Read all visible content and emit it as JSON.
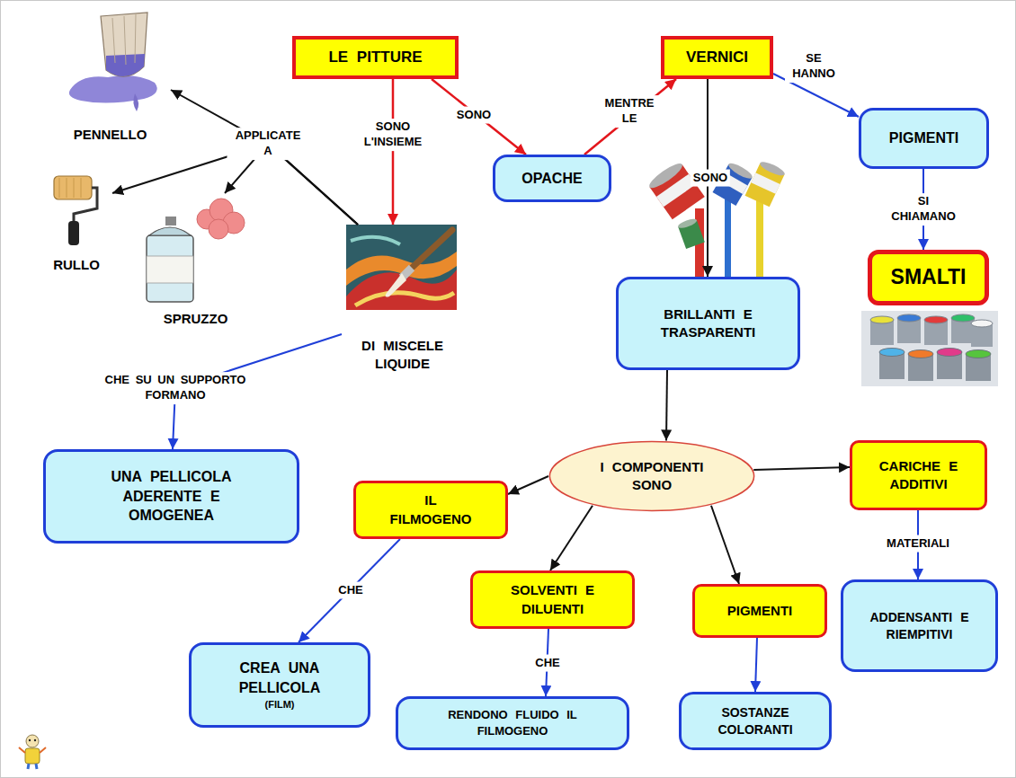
{
  "diagram": {
    "nodes": [
      {
        "text": [
          "LE PITTURE"
        ]
      },
      {
        "text": [
          "VERNICI"
        ]
      },
      {
        "text": [
          "PENNELLO"
        ]
      },
      {
        "text": [
          "PIGMENTI"
        ]
      },
      {
        "text": [
          "OPACHE"
        ]
      },
      {
        "text": [
          "RULLO"
        ]
      },
      {
        "text": [
          "SPRUZZO"
        ]
      },
      {
        "text": [
          "DI MISCELE LIQUIDE"
        ]
      },
      {
        "text": [
          "SMALTI"
        ]
      },
      {
        "text": [
          "BRILLANTI E TRASPARENTI"
        ]
      },
      {
        "text": [
          "I COMPONENTI SONO"
        ]
      },
      {
        "text": [
          "CARICHE E ADDITIVI"
        ]
      },
      {
        "text": [
          "UNA PELLICOLA ADERENTE E OMOGENEA"
        ]
      },
      {
        "text": [
          "IL FILMOGENO"
        ]
      },
      {
        "text": [
          "SOLVENTI E DILUENTI"
        ]
      },
      {
        "text": [
          "PIGMENTI"
        ]
      },
      {
        "text": [
          "ADDENSANTI E RIEMPITIVI"
        ]
      },
      {
        "text": [
          "CREA UNA PELLICOLA",
          "(FILM)"
        ]
      },
      {
        "text": [
          "SOSTANZE COLORANTI"
        ]
      },
      {
        "text": [
          "RENDONO FLUIDO IL FILMOGENO"
        ]
      }
    ],
    "edges": [
      {
        "from": 0,
        "to": 7,
        "label": "SONO L'INSIEME",
        "arrow": "to"
      },
      {
        "from": 0,
        "to": 4,
        "label": "SONO",
        "arrow": "to"
      },
      {
        "from": 4,
        "to": 1,
        "label": "MENTRE LE",
        "arrow": "to"
      },
      {
        "from": 1,
        "to": 3,
        "label": "SE HANNO",
        "arrow": "to"
      },
      {
        "from": 3,
        "to": 8,
        "label": "SI CHIAMANO",
        "arrow": "to"
      },
      {
        "from": 1,
        "to": 9,
        "label": "SONO",
        "arrow": "to"
      },
      {
        "from": 7,
        "to": 2,
        "label": "APPLICATE A",
        "arrow": "to"
      },
      {
        "from": 7,
        "to": 5,
        "arrow": "to"
      },
      {
        "from": 7,
        "to": 6,
        "arrow": "to"
      },
      {
        "from": 7,
        "to": 12,
        "label": "CHE SU UN SUPPORTO FORMANO",
        "arrow": "to"
      },
      {
        "from": 9,
        "to": 10,
        "arrow": "to"
      },
      {
        "from": 10,
        "to": 13,
        "arrow": "to"
      },
      {
        "from": 10,
        "to": 14,
        "arrow": "to"
      },
      {
        "from": 10,
        "to": 15,
        "arrow": "to"
      },
      {
        "from": 10,
        "to": 11,
        "arrow": "to"
      },
      {
        "from": 13,
        "to": 17,
        "label": "CHE",
        "arrow": "to"
      },
      {
        "from": 14,
        "to": 19,
        "label": "CHE",
        "arrow": "to"
      },
      {
        "from": 15,
        "to": 18,
        "arrow": "to"
      },
      {
        "from": 11,
        "to": 16,
        "label": "MATERIALI",
        "arrow": "to"
      }
    ]
  }
}
